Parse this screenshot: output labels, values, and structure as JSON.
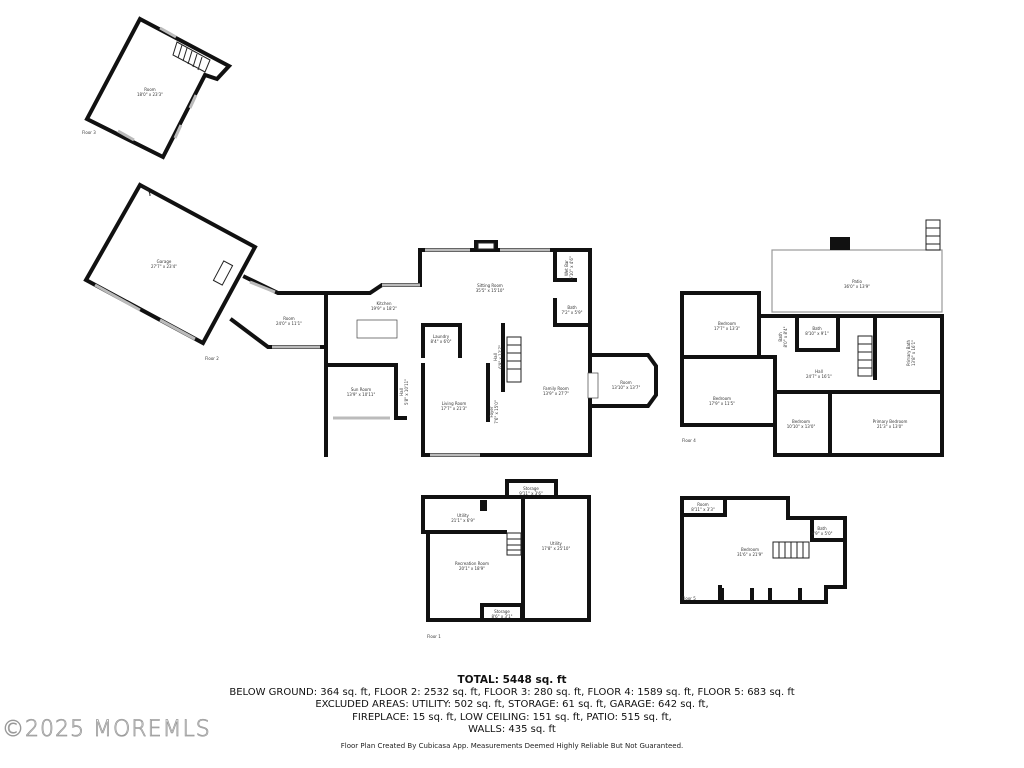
{
  "floors": {
    "floor_3": {
      "label": "Floor 3",
      "rooms": [
        {
          "name": "Room",
          "dims": "18'0\" x 23'3\""
        }
      ]
    },
    "floor_2": {
      "label": "Floor 2",
      "rooms": [
        {
          "name": "Garage",
          "dims": "27'7\" x 23'4\""
        },
        {
          "name": "Room",
          "dims": "24'0\" x 11'1\""
        },
        {
          "name": "Kitchen",
          "dims": "19'9\" x 18'2\""
        },
        {
          "name": "Sitting Room",
          "dims": "35'5\" x 15'10\""
        },
        {
          "name": "Wet Bar",
          "dims": "6'10\" x 4'6\""
        },
        {
          "name": "Bath",
          "dims": "7'2\" x 5'9\""
        },
        {
          "name": "Laundry",
          "dims": "8'4\" x 6'0\""
        },
        {
          "name": "Hall",
          "dims": "6'9\" x 12'7\""
        },
        {
          "name": "Sun Room",
          "dims": "13'9\" x 10'11\""
        },
        {
          "name": "Hall",
          "dims": "5'8\" x 10'11\""
        },
        {
          "name": "Living Room",
          "dims": "17'7\" x 21'3\""
        },
        {
          "name": "Foyer",
          "dims": "7'6\" x 15'0\""
        },
        {
          "name": "Family Room",
          "dims": "13'9\" x 27'7\""
        },
        {
          "name": "Room",
          "dims": "13'10\" x 13'7\""
        }
      ]
    },
    "floor_4": {
      "label": "Floor 4",
      "rooms": [
        {
          "name": "Patio",
          "dims": "36'0\" x 13'9\""
        },
        {
          "name": "Bedroom",
          "dims": "17'7\" x 13'3\""
        },
        {
          "name": "Bath",
          "dims": "8'0\" x 8'4\""
        },
        {
          "name": "Bath",
          "dims": "8'10\" x 9'1\""
        },
        {
          "name": "Primary Bath",
          "dims": "13'8\" x 16'1\""
        },
        {
          "name": "Hall",
          "dims": "24'7\" x 16'1\""
        },
        {
          "name": "Bedroom",
          "dims": "17'9\" x 11'5\""
        },
        {
          "name": "Bedroom",
          "dims": "10'10\" x 13'0\""
        },
        {
          "name": "Primary Bedroom",
          "dims": "21'3\" x 13'0\""
        }
      ]
    },
    "floor_1": {
      "label": "Floor 1",
      "rooms": [
        {
          "name": "Storage",
          "dims": "9'11\" x 3'6\""
        },
        {
          "name": "Utility",
          "dims": "21'1\" x 6'9\""
        },
        {
          "name": "Utility",
          "dims": "17'8\" x 25'10\""
        },
        {
          "name": "Recreation Room",
          "dims": "20'1\" x 18'9\""
        },
        {
          "name": "Storage",
          "dims": "8'6\" x 3'1\""
        }
      ]
    },
    "floor_5": {
      "label": "Floor 5",
      "rooms": [
        {
          "name": "Room",
          "dims": "8'11\" x 3'3\""
        },
        {
          "name": "Bath",
          "dims": "9'9\" x 5'0\""
        },
        {
          "name": "Bedroom",
          "dims": "31'6\" x 21'9\""
        }
      ]
    }
  },
  "summary": {
    "total": "TOTAL: 5448 sq. ft",
    "line1": "BELOW GROUND: 364 sq. ft, FLOOR 2: 2532 sq. ft, FLOOR 3: 280 sq. ft, FLOOR 4: 1589 sq. ft, FLOOR 5: 683 sq. ft",
    "line2": "EXCLUDED AREAS: UTILITY: 502 sq. ft, STORAGE: 61 sq. ft, GARAGE: 642 sq. ft,",
    "line3": "FIREPLACE: 15 sq. ft, LOW CEILING: 151 sq. ft, PATIO: 515 sq. ft,",
    "line4": "WALLS: 435 sq. ft"
  },
  "credit": "Floor Plan Created By Cubicasa App. Measurements Deemed Highly Reliable But Not Guaranteed.",
  "watermark": "©2025 MOREMLS"
}
